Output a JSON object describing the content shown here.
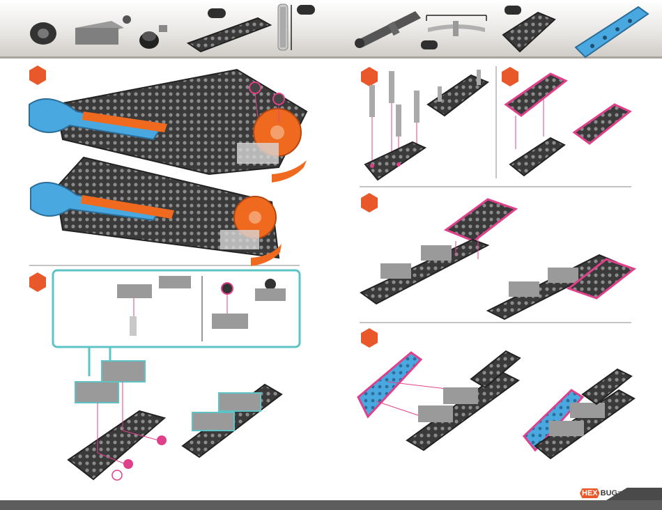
{
  "brand": {
    "logo_prefix": "HEX",
    "logo_suffix": "BUG",
    "trademark": "™"
  },
  "colors": {
    "step_badge": "#e8582a",
    "highlight_magenta": "#e0408a",
    "callout_teal": "#5ec3c4",
    "part_blue": "#4aa8e0",
    "gear_orange": "#ef6a1f",
    "beam_dark": "#3a3a3a",
    "connector_grey": "#bdbdbd",
    "footer": "#5d5d5d"
  },
  "parts_bar": {
    "items": [
      {
        "name": "round-nut-icon"
      },
      {
        "name": "motor-block-icon"
      },
      {
        "name": "cap-nut-icon"
      },
      {
        "name": "long-beam-icon"
      },
      {
        "name": "pin-connector-icon"
      },
      {
        "name": "axle-pin-icon"
      },
      {
        "name": "link-strip-icon"
      },
      {
        "name": "short-beam-icon"
      },
      {
        "name": "blue-plate-icon"
      }
    ]
  },
  "steps": [
    {
      "id": "assembly-overview"
    },
    {
      "id": "pin-insert"
    },
    {
      "id": "cap-plate"
    },
    {
      "id": "motor-mount"
    },
    {
      "id": "block-attach"
    },
    {
      "id": "blue-panel"
    }
  ]
}
